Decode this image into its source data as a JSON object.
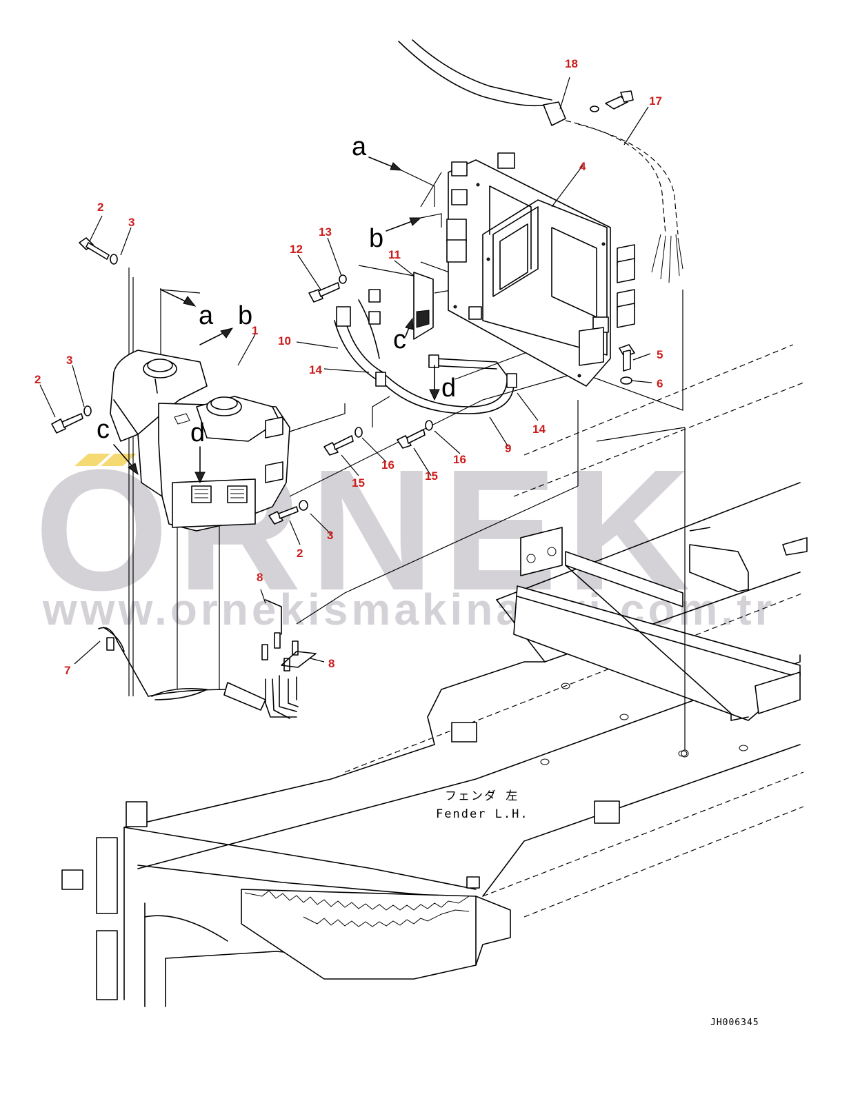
{
  "figure": {
    "view_letters": [
      "a",
      "b",
      "c",
      "d"
    ],
    "fender_label_jp": "フェンダ 左",
    "fender_label_en": "Fender L.H.",
    "drawing_code": "JH006345"
  },
  "watermark": {
    "logo_text": "ORNEK",
    "url": "www.ornekismakinalari.com.tr"
  },
  "callouts": [
    "1",
    "2",
    "2",
    "2",
    "3",
    "3",
    "3",
    "4",
    "5",
    "6",
    "7",
    "8",
    "8",
    "9",
    "10",
    "11",
    "12",
    "13",
    "14",
    "14",
    "15",
    "15",
    "16",
    "16",
    "17",
    "18"
  ],
  "colors": {
    "callout": "#cc1b1b",
    "watermark": "#b8b4bd",
    "logo_accent": "#f3d35c",
    "line": "#000000"
  }
}
